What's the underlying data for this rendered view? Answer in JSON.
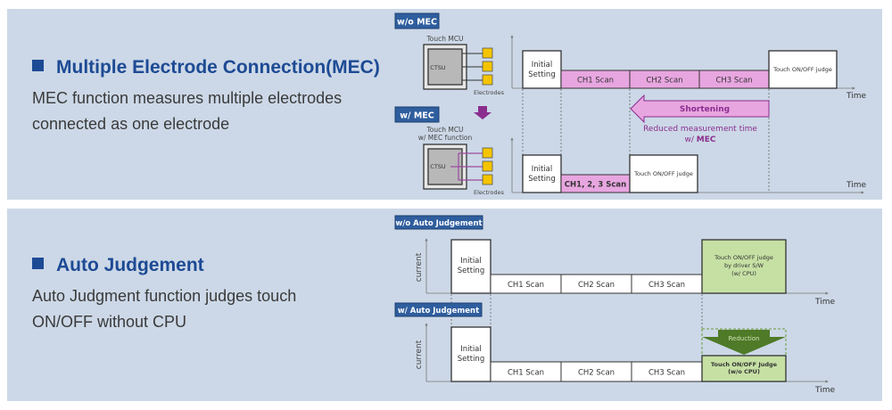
{
  "sections": [
    {
      "title": "Multiple Electrode Connection(MEC)",
      "description_lines": [
        "MEC function measures multiple electrodes",
        "connected as one electrode"
      ]
    },
    {
      "title": "Auto Judgement",
      "description_lines": [
        "Auto Judgment function judges touch",
        "ON/OFF without CPU"
      ]
    }
  ],
  "mec": {
    "without_label": "w/o MEC",
    "with_label": "w/ MEC",
    "mcu_label": "Touch MCU",
    "mcu_mec_label_1": "Touch MCU",
    "mcu_mec_label_2": "w/ MEC function",
    "ctsu_label": "CTSU",
    "electrodes_label": "Electrodes",
    "initial_setting_1": "Initial",
    "initial_setting_2": "Setting",
    "ch1_scan": "CH1 Scan",
    "ch2_scan": "CH2 Scan",
    "ch3_scan": "CH3 Scan",
    "combined_scan": "CH1, 2, 3 Scan",
    "judge": "Touch ON/OFF judge",
    "time": "Time",
    "shortening": "Shortening",
    "reduced_1": "Reduced measurement time",
    "reduced_2_prefix": "w/ ",
    "reduced_2_bold": "MEC"
  },
  "auto": {
    "without_label": "w/o Auto Judgement",
    "with_label": "w/ Auto Judgement",
    "ylabel": "current",
    "initial_setting_1": "Initial",
    "initial_setting_2": "Setting",
    "ch1_scan": "CH1 Scan",
    "ch2_scan": "CH2 Scan",
    "ch3_scan": "CH3 Scan",
    "judge_cpu_1": "Touch ON/OFF judge",
    "judge_cpu_2": "by driver S/W",
    "judge_cpu_3": "(w/ CPU)",
    "judge_nocpu_1": "Touch ON/OFF Judge",
    "judge_nocpu_2": "(w/o CPU)",
    "reduction": "Reduction",
    "time": "Time"
  },
  "colors": {
    "heading": "#1d4a94",
    "tag_bg": "#2f5e9e",
    "scan_pink": "#e8a6e0",
    "purple": "#8a2d8e",
    "electrode_yellow": "#f5c400",
    "judge_green": "#c6e0a4",
    "reduction_green": "#4f7a28"
  }
}
